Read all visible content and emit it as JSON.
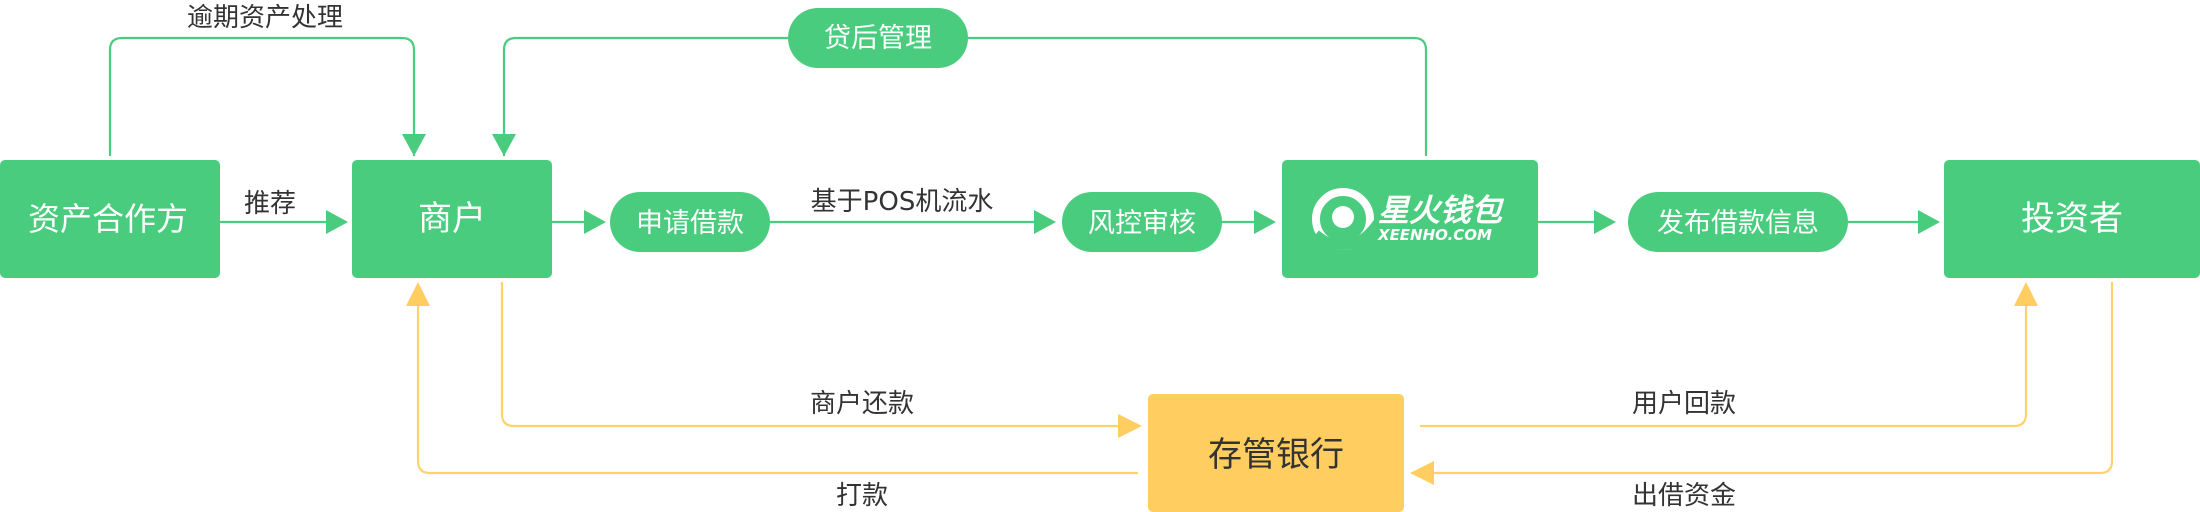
{
  "colors": {
    "green": "#49cc7e",
    "yellow": "#ffcd60",
    "green_line": "#49cc7e",
    "yellow_line": "#ffd36a",
    "label_text": "#333333",
    "node_text": "#ffffff"
  },
  "nodes": {
    "partner": "资产合作方",
    "merchant": "商户",
    "apply": "申请借款",
    "risk": "风控审核",
    "publish": "发布借款信息",
    "investor": "投资者",
    "bank": "存管银行"
  },
  "logo": {
    "name": "星火钱包",
    "subtitle": "XEENHO.COM"
  },
  "edges": {
    "overdue": "逾期资产处理",
    "postloan": "贷后管理",
    "recommend": "推荐",
    "pos_flow": "基于POS机流水",
    "merchant_repay": "商户还款",
    "user_repay": "用户回款",
    "disburse": "打款",
    "lend_funds": "出借资金"
  }
}
